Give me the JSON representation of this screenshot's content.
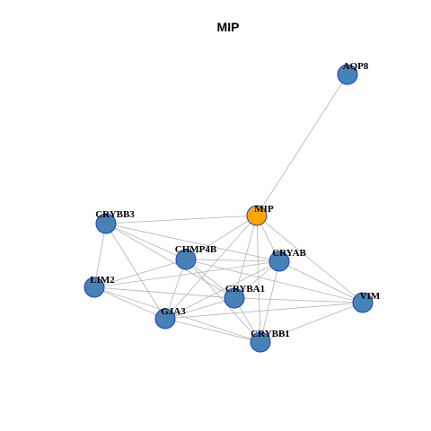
{
  "title": "MIP",
  "colors": {
    "query_node": "#FFA500",
    "other_node": "#4682B4",
    "node_border": "#1F3FBF",
    "edge": "#B3B3B3"
  },
  "nodes": [
    {
      "id": "AQP8",
      "label": "AQP8",
      "role": "neighbor"
    },
    {
      "id": "MIP",
      "label": "MIP",
      "role": "query"
    },
    {
      "id": "CRYBB3",
      "label": "CRYBB3",
      "role": "neighbor"
    },
    {
      "id": "CHMP4B",
      "label": "CHMP4B",
      "role": "neighbor"
    },
    {
      "id": "CRYAB",
      "label": "CRYAB",
      "role": "neighbor"
    },
    {
      "id": "LIM2",
      "label": "LIM2",
      "role": "neighbor"
    },
    {
      "id": "CRYBA1",
      "label": "CRYBA1",
      "role": "neighbor"
    },
    {
      "id": "VIM",
      "label": "VIM",
      "role": "neighbor"
    },
    {
      "id": "GJA3",
      "label": "GJA3",
      "role": "neighbor"
    },
    {
      "id": "CRYBB1",
      "label": "CRYBB1",
      "role": "neighbor"
    }
  ],
  "edges": [
    [
      "AQP8",
      "MIP"
    ],
    [
      "MIP",
      "CRYBB3"
    ],
    [
      "MIP",
      "CHMP4B"
    ],
    [
      "MIP",
      "CRYAB"
    ],
    [
      "MIP",
      "CRYBA1"
    ],
    [
      "MIP",
      "GJA3"
    ],
    [
      "MIP",
      "CRYBB1"
    ],
    [
      "MIP",
      "VIM"
    ],
    [
      "CRYBB3",
      "CHMP4B"
    ],
    [
      "CRYBB3",
      "CRYAB"
    ],
    [
      "CRYBB3",
      "LIM2"
    ],
    [
      "CRYBB3",
      "CRYBA1"
    ],
    [
      "CRYBB3",
      "GJA3"
    ],
    [
      "CHMP4B",
      "CRYAB"
    ],
    [
      "CHMP4B",
      "LIM2"
    ],
    [
      "CHMP4B",
      "CRYBA1"
    ],
    [
      "CHMP4B",
      "GJA3"
    ],
    [
      "CHMP4B",
      "CRYBB1"
    ],
    [
      "CHMP4B",
      "VIM"
    ],
    [
      "CRYAB",
      "CRYBA1"
    ],
    [
      "CRYAB",
      "GJA3"
    ],
    [
      "CRYAB",
      "CRYBB1"
    ],
    [
      "CRYAB",
      "VIM"
    ],
    [
      "CRYAB",
      "LIM2"
    ],
    [
      "LIM2",
      "GJA3"
    ],
    [
      "LIM2",
      "CRYBA1"
    ],
    [
      "LIM2",
      "CRYBB1"
    ],
    [
      "CRYBA1",
      "GJA3"
    ],
    [
      "CRYBA1",
      "CRYBB1"
    ],
    [
      "CRYBA1",
      "VIM"
    ],
    [
      "GJA3",
      "CRYBB1"
    ],
    [
      "GJA3",
      "VIM"
    ],
    [
      "CRYBB1",
      "VIM"
    ]
  ]
}
